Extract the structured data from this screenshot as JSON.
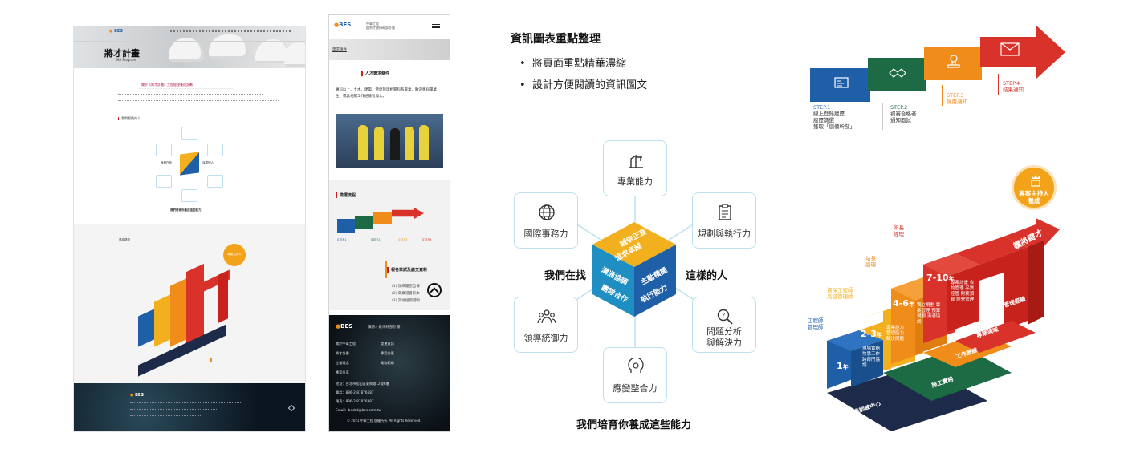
{
  "desktop": {
    "logo": "BES",
    "hero_title": "將才計畫",
    "hero_subtitle": "MA Program",
    "intro_heading": "關於《將才計畫》工程經理養成計劃",
    "block_label": "我們要找的人",
    "ring_left": "我們在找",
    "ring_right": "這樣的人",
    "ring_caption": "我們培育你養成這些能力",
    "lower_label": "養成路徑",
    "lower_badge": "專案主持人",
    "footer_logo": "BES"
  },
  "mobile": {
    "logo": "BES",
    "logo_lines": [
      "中華工程",
      "鑽將才鍵傳幹部計畫"
    ],
    "breadcrumb": "需求條件",
    "section1_title": "人才需求條件",
    "section1_body": "專科以上．土木．建築．營建管理相關科系畢業，歡迎應屆畢業生、或具相關工作經驗者加入。",
    "section2_title": "徵選流程",
    "section3_title": "報名筆試及繳交資料",
    "section3_items": [
      "(1) 詳細履歷自傳",
      "(2) 畢業證書影本",
      "(3) 其他相關證明"
    ],
    "footer_logo": "BES",
    "footer_tagline": "鑽將才鍵傳幹部計畫",
    "footer_links": [
      [
        "關於中華工程",
        "營運資訊"
      ],
      [
        "將才計畫",
        "專案成果"
      ],
      [
        "企業理念",
        "業務範疇"
      ],
      [
        "專案分享",
        ""
      ]
    ],
    "address": "地址：台北市松山區東興路12號6樓",
    "phone": "電話：886-2-87876687",
    "fax": "傳真：886-2-87876987",
    "email": "Email：besbd@bes.com.tw",
    "copyright": "© 2021 中華工程 版權所有. All Rights Reserved."
  },
  "notes": {
    "title": "資訊圖表重點整理",
    "bullets": [
      "將頁面重點精華濃縮",
      "設計方便閱讀的資訊圖文"
    ]
  },
  "ability": {
    "top": "專業能力",
    "left_top": "國際事務力",
    "right_top": "規劃與執行力",
    "left_bottom": "領導統御力",
    "right_bottom_1": "問題分析",
    "right_bottom_2": "與解決力",
    "bottom": "應變整合力",
    "left_phrase": "我們在找",
    "right_phrase": "這樣的人",
    "caption": "我們培育你養成這些能力",
    "cube_top": [
      "誠信正直",
      "追求卓越"
    ],
    "cube_left": [
      "溝通協調",
      "團隊合作"
    ],
    "cube_right": [
      "主動積極",
      "執行能力"
    ]
  },
  "flow": {
    "steps": [
      {
        "label": "STEP.1",
        "lines": [
          "線上登錄履歷",
          "履歷篩選",
          "獲取「儲備幹部」"
        ]
      },
      {
        "label": "STEP.2",
        "lines": [
          "初審合格者",
          "通知面試"
        ]
      },
      {
        "label": "STEP.3",
        "lines": [
          "錄用通知"
        ]
      },
      {
        "label": "STEP.4",
        "lines": [
          "結果通知"
        ]
      }
    ],
    "colors": [
      "#1f5fa8",
      "#1d6b44",
      "#f08c1a",
      "#d8322a"
    ]
  },
  "career": {
    "badge": "專案主持人養成",
    "arrow_text": "鑽將鍵才",
    "roles": [
      {
        "title": [
          "所長",
          "經理"
        ],
        "years": "7-10"
      },
      {
        "title": [
          "站長",
          "副理"
        ],
        "years": "4-6"
      },
      {
        "title": [
          "資深工程師",
          "高級管理師"
        ],
        "years": "2-3"
      },
      {
        "title": [
          "工程師",
          "管理師"
        ],
        "years": "1"
      }
    ],
    "years_unit": "年",
    "base_label": "新進訓練中心",
    "bands": [
      "施工實務",
      "工作歷練",
      "專業領域",
      "管理經驗"
    ],
    "column_texts": [
      "現場實務 熟悉工作 跨部門協調",
      "專業能力 管理能力 解決問題",
      "獨立規劃 專案管理 預算規劃 溝通協調",
      "專案計畫 合約管理 品質控管 財務預算 經營管理"
    ],
    "colors": {
      "navy": "#1e2a4a",
      "green": "#1d6b44",
      "blue": "#1f5fa8",
      "orange": "#f08c1a",
      "yellow": "#f2b01e",
      "red": "#d8322a"
    }
  }
}
